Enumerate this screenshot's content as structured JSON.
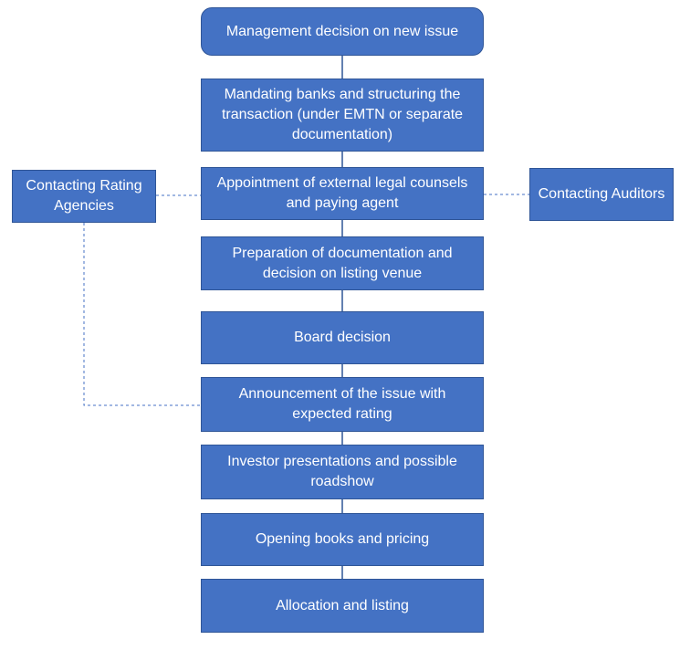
{
  "flowchart": {
    "steps": [
      "Management decision on new issue",
      "Mandating banks and structuring the transaction (under EMTN or separate documentation)",
      "Appointment of external legal counsels and paying agent",
      "Preparation of documentation and decision on listing venue",
      "Board decision",
      "Announcement of the issue with expected rating",
      "Investor presentations and possible roadshow",
      "Opening books and pricing",
      "Allocation and listing"
    ],
    "side_boxes": {
      "rating_agencies": "Contacting Rating Agencies",
      "auditors": "Contacting Auditors"
    }
  },
  "colors": {
    "box_fill": "#4472c4",
    "box_border": "#2f5597",
    "box_text": "#ffffff",
    "connector": "#4472c4"
  }
}
